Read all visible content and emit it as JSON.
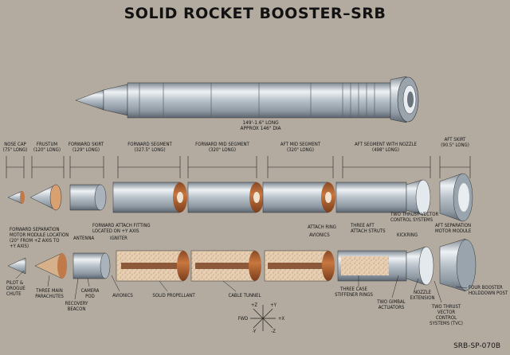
{
  "title": "SOLID ROCKET BOOSTER–SRB",
  "dimensions": {
    "length": "149'-1.6\" LONG",
    "diameter": "APPROX 146\" DIA"
  },
  "segments": [
    {
      "name": "NOSE CAP",
      "length": "(75\" LONG)"
    },
    {
      "name": "FRUSTUM",
      "length": "(120\" LONG)"
    },
    {
      "name": "FORWARD SKIRT",
      "length": "(129\" LONG)"
    },
    {
      "name": "FORWARD SEGMENT",
      "length": "(327.5\" LONG)"
    },
    {
      "name": "FORWARD MID SEGMENT",
      "length": "(320\" LONG)"
    },
    {
      "name": "AFT MID SEGMENT",
      "length": "(320\" LONG)"
    },
    {
      "name": "AFT SEGMENT WITH NOZZLE",
      "length": "(498\" LONG)"
    },
    {
      "name": "AFT SKIRT",
      "length": "(90.5\" LONG)"
    }
  ],
  "callouts": {
    "fwd_separation": "FORWARD SEPARATION\nMOTOR MODULE LOCATION\n(20° FROM +Z AXIS TO\n+Y AXIS)",
    "fwd_attach": "FORWARD ATTACH FITTING\nLOCATED ON +Y AXIS",
    "antenna": "ANTENNA",
    "igniter": "IGNITER",
    "pilot_drogue": "PILOT &\nDROGUE\nCHUTE",
    "three_main": "THREE MAIN\nPARACHUTES",
    "camera_pod": "CAMERA\nPOD",
    "recovery_beacon": "RECOVERY\nBEACON",
    "avionics_left": "AVIONICS",
    "solid_propellant": "SOLID PROPELLANT",
    "cable_tunnel": "CABLE TUNNEL",
    "attach_ring": "ATTACH RING",
    "avionics_right": "AVIONICS",
    "three_aft_struts": "THREE AFT\nATTACH STRUTS",
    "kicking": "KICKRING",
    "two_tvc_top": "TWO THRUST VECTOR\nCONTROL SYSTEMS",
    "aft_separation": "AFT SEPARATION\nMOTOR MODULE",
    "three_case": "THREE CASE\nSTIFFENER RINGS",
    "two_gimbal": "TWO GIMBAL\nACTUATORS",
    "nozzle_ext": "NOZZLE\nEXTENSION",
    "two_tvc_bottom": "TWO THRUST\nVECTOR CONTROL\nSYSTEMS (TVC)",
    "holddown": "FOUR BOOSTER\nHOLDDOWN POST"
  },
  "axes": {
    "pz": "+Z",
    "py": "+Y",
    "fwd": "FWD",
    "px": "+X",
    "ny": "-Y",
    "nz": "-Z"
  },
  "doc_code": "SRB-SP-070B",
  "colors": {
    "background": "#b3aba0",
    "metal": "#d8dde2",
    "propellant": "#c07a4a",
    "ink": "#151515"
  }
}
